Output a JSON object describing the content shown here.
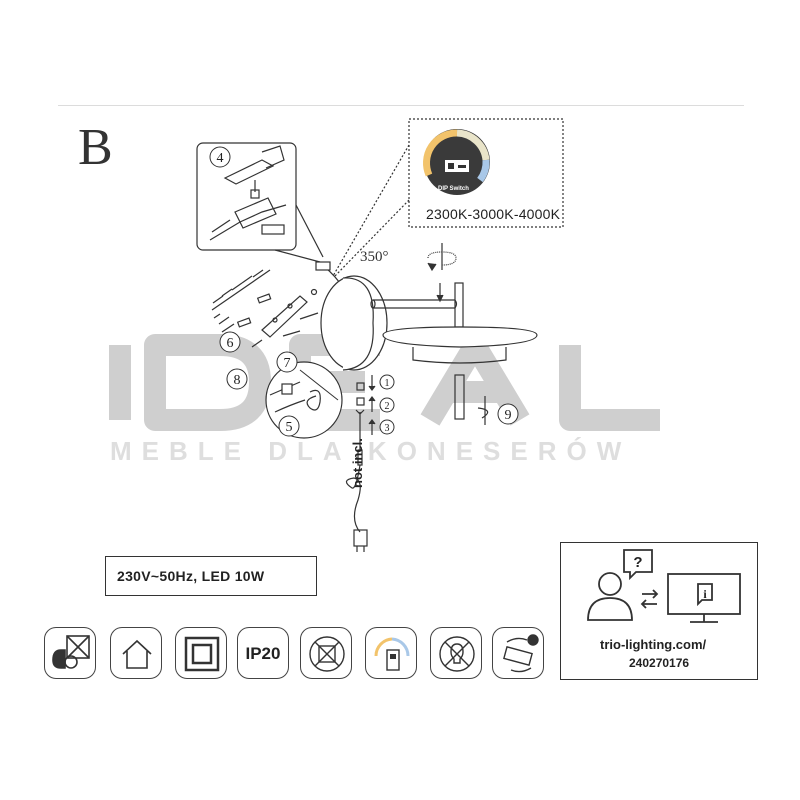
{
  "section_letter": "B",
  "temperature_label": "2300K-3000K-4000K",
  "dip_switch_label": "DIP Switch",
  "rotation_label": "350°",
  "not_included_label": "not incl.",
  "step_numbers": [
    "1",
    "2",
    "3",
    "4",
    "5",
    "6",
    "7",
    "8",
    "9"
  ],
  "spec_label": "230V~50Hz, LED 10W",
  "website_line1": "trio-lighting.com/",
  "website_line2": "240270176",
  "watermark_line1": "IDEAL",
  "watermark_line2": "MEBLE DLA KONESERÓW",
  "ip_rating": "IP20",
  "colors": {
    "line": "#333333",
    "watermark": "#c8c8c8",
    "warm": "#f2c36b",
    "cool": "#a9c8e8"
  },
  "icons": [
    "protection-class-1-icon",
    "indoor-use-icon",
    "protection-class-2-icon",
    "ip20-icon",
    "no-dimmer-icon",
    "dip-switch-icon",
    "bulb-not-replaceable-icon",
    "driver-replaceable-icon"
  ]
}
